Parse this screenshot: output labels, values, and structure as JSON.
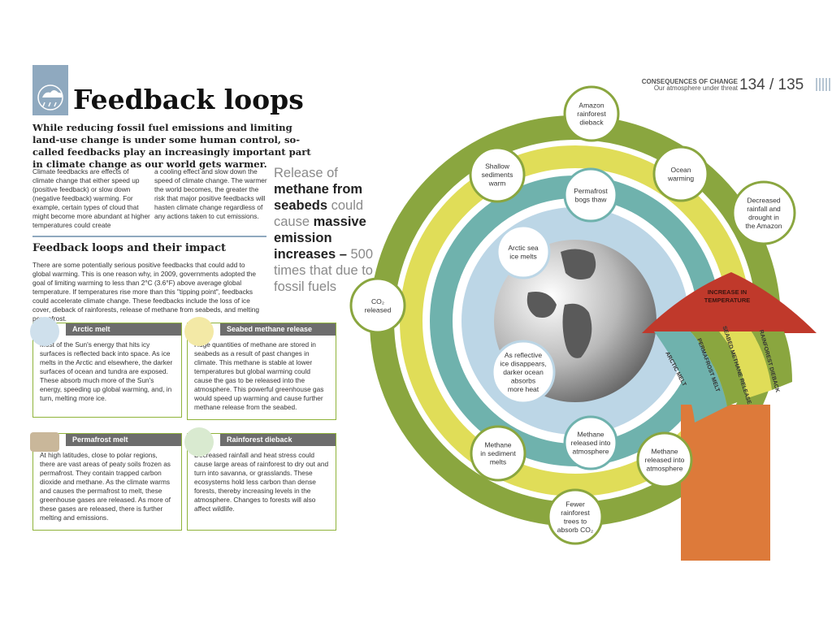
{
  "header": {
    "category": "CONSEQUENCES OF CHANGE",
    "subtitle": "Our atmosphere under threat",
    "pages": "134 / 135"
  },
  "title": "Feedback loops",
  "intro": "While reducing fossil fuel emissions and limiting land-use change is under some human control, so-called feedbacks play an increasingly important part in climate change as our world gets warmer.",
  "col1": "Climate feedbacks are effects of climate change that either speed up (positive feedback) or slow down (negative feedback) warming. For example, certain types of cloud that might become more abundant at higher temperatures could create",
  "col2": "a cooling effect and slow down the speed of climate change. The warmer the world becomes, the greater the risk that major positive feedbacks will hasten climate change regardless of any actions taken to cut emissions.",
  "pull_quote": {
    "p1": "Release of ",
    "b1": "methane from seabeds",
    "p2": " could cause ",
    "b2": "massive emission increases –",
    "p3": " 500 times that due to fossil fuels"
  },
  "section": {
    "heading": "Feedback loops and their impact",
    "text": "There are some potentially serious positive feedbacks that could add to global warming. This is one reason why, in 2009, governments adopted the goal of limiting warming to less than 2°C (3.6°F) above average global temperature. If temperatures rise more than this \"tipping point\", feedbacks could accelerate climate change. These feedbacks include the loss of ice cover, dieback of rainforests, release of methane from seabeds, and melting permafrost."
  },
  "boxes": [
    {
      "title": "Arctic melt",
      "text": "Most of the Sun's energy that hits icy surfaces is reflected back into space. As ice melts in the Arctic and elsewhere, the darker surfaces of ocean and tundra are exposed. These absorb much more of the Sun's energy, speeding up global warming, and, in turn, melting more ice."
    },
    {
      "title": "Seabed methane release",
      "text": "Huge quantities of methane are stored in seabeds as a result of past changes in climate. This methane is stable at lower temperatures but global warming could cause the gas to be released into the atmosphere. This powerful greenhouse gas would speed up warming and cause further methane release from the seabed."
    },
    {
      "title": "Permafrost melt",
      "text": "At high latitudes, close to polar regions, there are vast areas of peaty soils frozen as permafrost. They contain trapped carbon dioxide and methane. As the climate warms and causes the permafrost to melt, these greenhouse gases are released. As more of these gases are released, there is further melting and emissions."
    },
    {
      "title": "Rainforest dieback",
      "text": "Decreased rainfall and heat stress could cause large areas of rainforest to dry out and turn into savanna, or grasslands. These ecosystems hold less carbon than dense forests, thereby increasing levels in the atmosphere. Changes to forests will also affect wildlife."
    }
  ],
  "diagram": {
    "outer_nodes": [
      {
        "lines": [
          "Amazon",
          "rainforest",
          "dieback"
        ]
      },
      {
        "lines": [
          "Ocean",
          "warming"
        ]
      },
      {
        "lines": [
          "Decreased",
          "rainfall and",
          "drought in",
          "the Amazon"
        ]
      },
      {
        "lines": [
          "Methane",
          "released into",
          "atmosphere"
        ]
      },
      {
        "lines": [
          "Fewer",
          "rainforest",
          "trees to",
          "absorb CO₂"
        ]
      },
      {
        "lines": [
          "Methane",
          "in sediment",
          "melts"
        ]
      },
      {
        "lines": [
          "CO₂",
          "released"
        ]
      },
      {
        "lines": [
          "Shallow",
          "sediments",
          "warm"
        ]
      }
    ],
    "middle_nodes": [
      {
        "lines": [
          "Permafrost",
          "bogs thaw"
        ]
      },
      {
        "lines": [
          "Methane",
          "released into",
          "atmosphere"
        ]
      }
    ],
    "inner_nodes": [
      {
        "lines": [
          "Arctic sea",
          "ice melts"
        ]
      },
      {
        "lines": [
          "As reflective",
          "ice disappears,",
          "darker ocean",
          "absorbs",
          "more heat"
        ]
      }
    ],
    "arrow_title": [
      "INCREASE IN",
      "TEMPERATURE"
    ],
    "band_labels": [
      "ARCTIC MELT",
      "PERMAFROST MELT",
      "SEABED METHANE RELEASE",
      "RAINFOREST DIEBACK"
    ],
    "colors": {
      "outer": "#8aa63f",
      "yellow": "#e0dd58",
      "teal": "#6fb2ad",
      "blue": "#bcd6e6",
      "red": "#c0392b",
      "orange": "#dd7a3a"
    }
  }
}
